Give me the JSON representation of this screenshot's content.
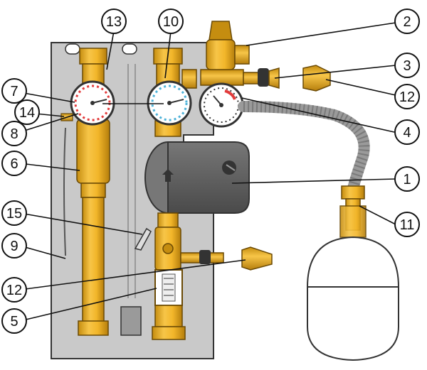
{
  "callouts": {
    "c1": "1",
    "c2": "2",
    "c3": "3",
    "c4": "4",
    "c5": "5",
    "c6": "6",
    "c7": "7",
    "c8": "8",
    "c9": "9",
    "c10": "10",
    "c11": "11",
    "c12a": "12",
    "c12b": "12",
    "c13": "13",
    "c14": "14",
    "c15": "15"
  },
  "colors": {
    "panel": "#c9c9c9",
    "brass": "#f0b429",
    "brass_dark": "#b98612",
    "pump": "#5f5f5f",
    "hose": "#9a9a9a",
    "vessel": "#ffffff",
    "gauge_red": "#e23b3b",
    "gauge_blue": "#4fb3d9"
  },
  "icons": [
    "temperature-gauge-red",
    "temperature-gauge-blue",
    "pressure-gauge",
    "circulation-pump",
    "expansion-vessel",
    "safety-valve",
    "flow-meter",
    "ball-valve-handle"
  ]
}
